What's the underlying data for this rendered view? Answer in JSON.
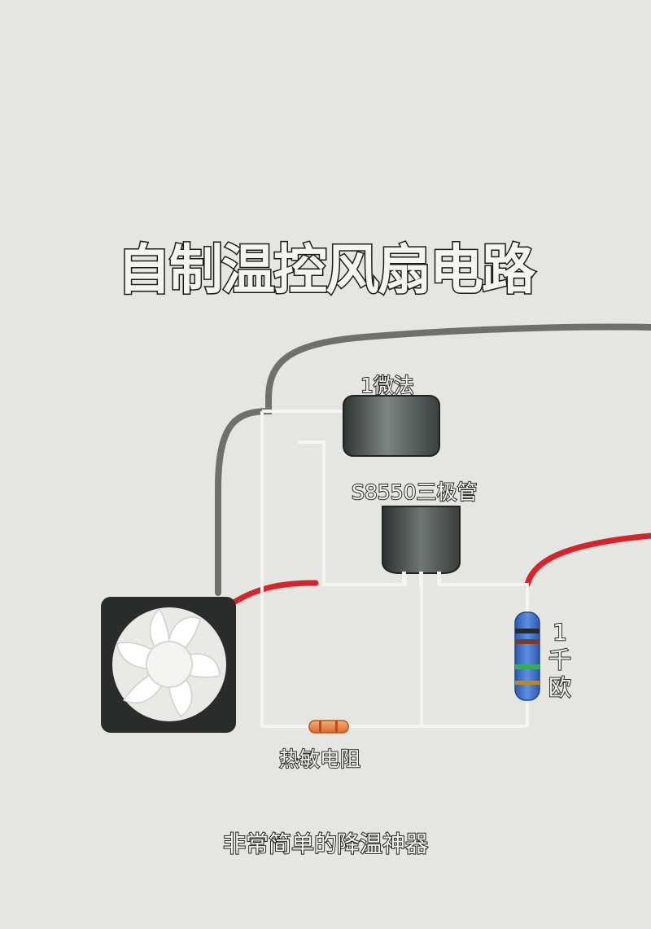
{
  "title": "自制温控风扇电路",
  "components": {
    "capacitor": "1微法",
    "transistor": "S8550三极管",
    "resistor": "1千欧",
    "thermistor": "热敏电阻"
  },
  "caption": "非常简单的降温神器",
  "colors": {
    "background": "#e5e6e1",
    "wire_gray": "#6e706f",
    "wire_red": "#d8232a",
    "trace": "#f4f4f0",
    "fan_body": "#2a2c2c",
    "resistor_body": "#3b6fc9"
  }
}
